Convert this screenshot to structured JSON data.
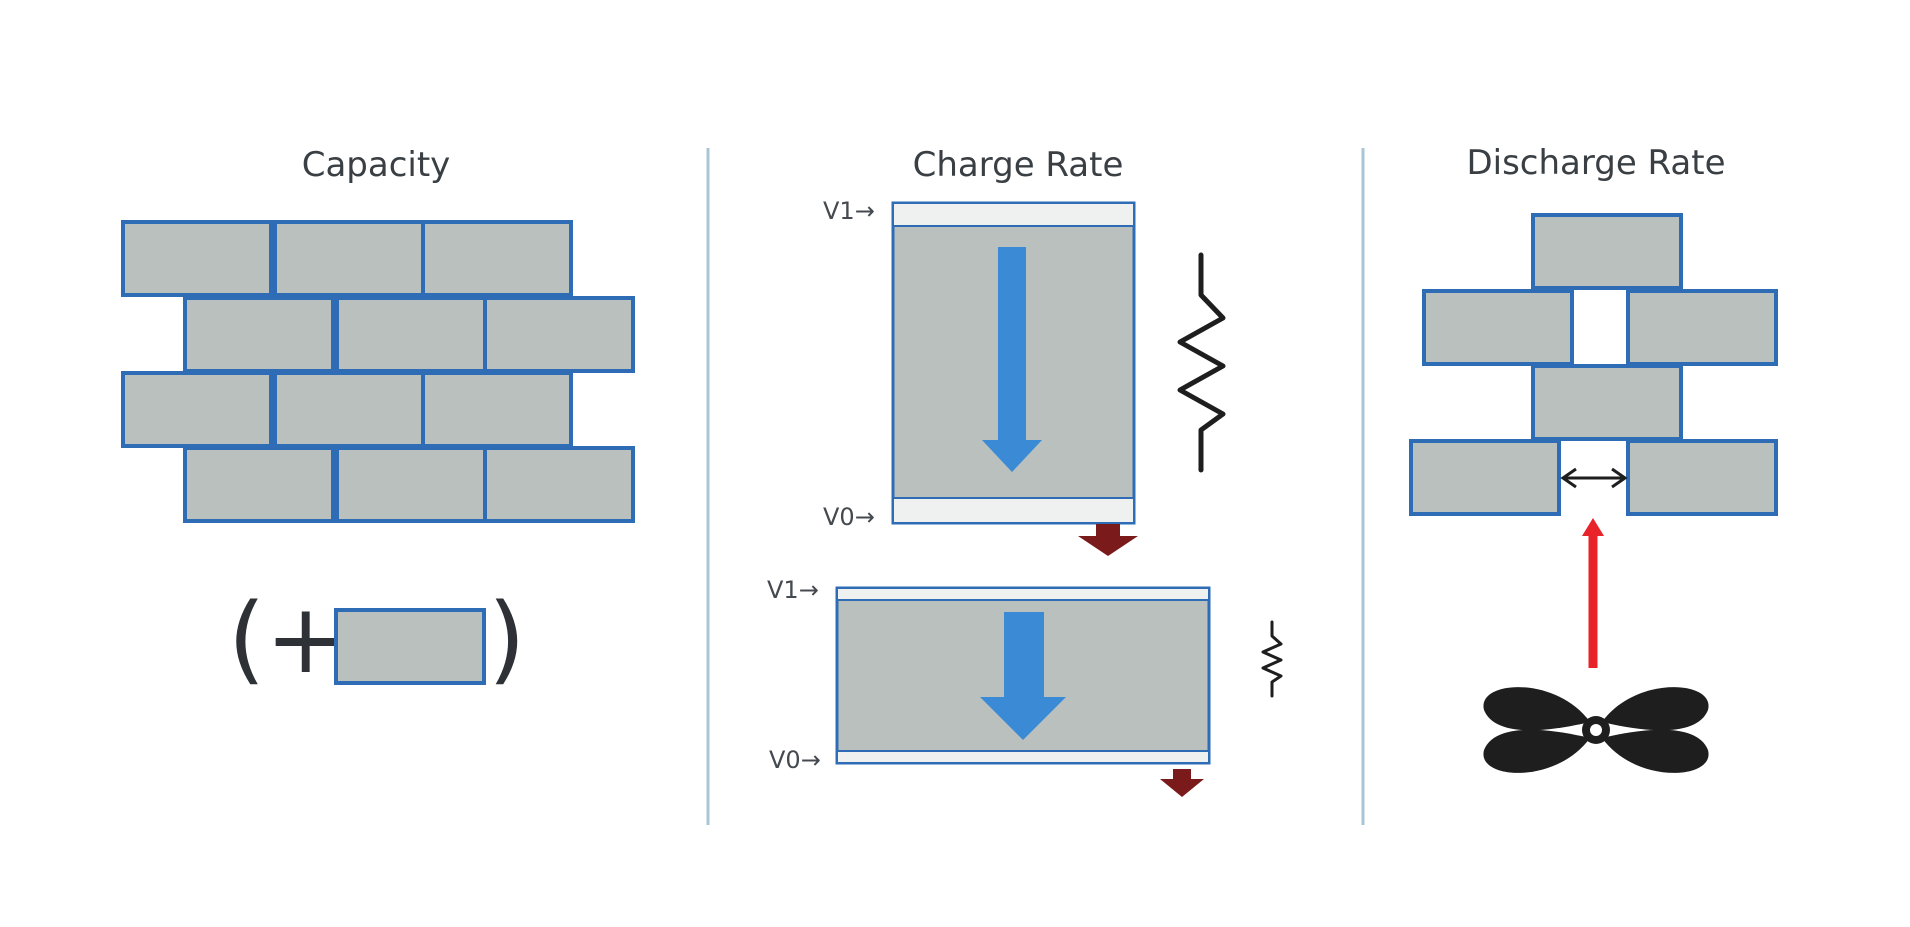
{
  "panels": {
    "capacity": {
      "title": "Capacity",
      "extra_brick_label": "(+",
      "extra_brick_close": ")"
    },
    "charge_rate": {
      "title": "Charge Rate",
      "top_tank": {
        "v1_label": "V1→",
        "v0_label": "V0→"
      },
      "bottom_tank": {
        "v1_label": "V1→",
        "v0_label": "V0→"
      }
    },
    "discharge_rate": {
      "title": "Discharge Rate"
    }
  },
  "colors": {
    "brick_fill": "#b9c0bd",
    "brick_stroke": "#2e6cb5",
    "divider": "#a9c6d6",
    "flow_arrow": "#3a8ad6",
    "drain_arrow": "#7a1a1a",
    "fan_arrow": "#e8232a",
    "resistor": "#1e1e1e",
    "fan": "#1e1e1e"
  },
  "icons": [
    "resistor-icon",
    "fan-icon",
    "drain-arrow-icon",
    "double-arrow-icon"
  ]
}
